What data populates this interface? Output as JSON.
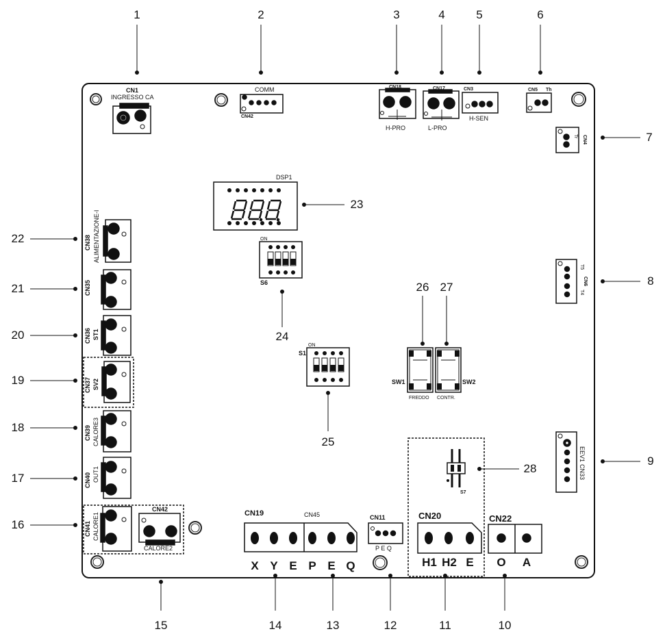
{
  "callouts": [
    "1",
    "2",
    "3",
    "4",
    "5",
    "6",
    "7",
    "8",
    "9",
    "10",
    "11",
    "12",
    "13",
    "14",
    "15",
    "16",
    "17",
    "18",
    "19",
    "20",
    "21",
    "22",
    "23",
    "24",
    "25",
    "26",
    "27",
    "28"
  ],
  "connectors": {
    "cn1": {
      "id": "CN1",
      "name": "INGRESSO CA"
    },
    "comm": {
      "name": "COMM",
      "id": "CN42"
    },
    "cn18": {
      "id": "CN18",
      "name": "H-PRO"
    },
    "cn17": {
      "id": "CN17",
      "name": "L-PRO"
    },
    "cn3": {
      "id": "CN3",
      "name": "H-SEN"
    },
    "cn5": {
      "id": "CN5",
      "name": "Th"
    },
    "cn4": {
      "id": "CN4",
      "name": "Tr"
    },
    "cn6": {
      "id": "CN6",
      "name_a": "T5",
      "name_b": "T4"
    },
    "cn33": {
      "id": "CN33",
      "name": "EEV1"
    },
    "cn38": {
      "id": "CN38",
      "name": "ALIMENTAZIONE-I"
    },
    "cn35": {
      "id": "CN35"
    },
    "cn36": {
      "id": "CN36",
      "name": "ST1"
    },
    "cn37": {
      "id": "CN37",
      "name": "SV2"
    },
    "cn39": {
      "id": "CN39",
      "name": "CALORE3"
    },
    "cn40": {
      "id": "CN40",
      "name": "OUT1"
    },
    "cn41": {
      "id": "CN41",
      "name": "CALORE1"
    },
    "cn42b": {
      "id": "CN42",
      "name": "CALORE2"
    },
    "cn19": {
      "id": "CN19",
      "t1": "X",
      "t2": "Y",
      "t3": "E"
    },
    "cn45": {
      "id": "CN45",
      "t1": "P",
      "t2": "E",
      "t3": "Q"
    },
    "cn11": {
      "id": "CN11",
      "name": "P E Q"
    },
    "cn20": {
      "id": "CN20",
      "t1": "H1",
      "t2": "H2",
      "t3": "E"
    },
    "cn22": {
      "id": "CN22",
      "t1": "O",
      "t2": "A"
    }
  },
  "components": {
    "dsp1": "DSP1",
    "s6": "S6",
    "s1": "S1",
    "sw1": {
      "id": "SW1",
      "name": "FREDDO"
    },
    "sw2": {
      "id": "SW2",
      "name": "CONTR."
    },
    "s7": "S7",
    "dip_on": "ON"
  }
}
